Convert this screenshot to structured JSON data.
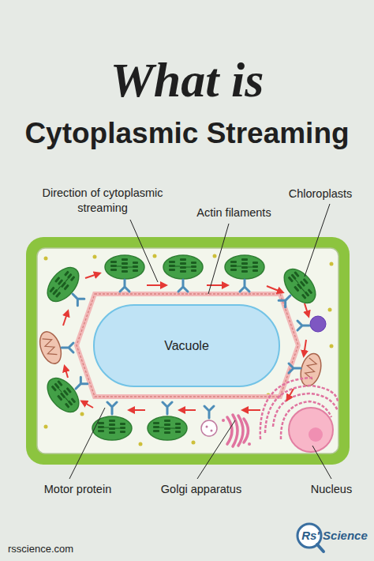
{
  "diagram": {
    "title": "What is Cytoplasmic Streaming",
    "nodes": [
      {
        "text": [
          "Vacuole"
        ]
      }
    ],
    "labels": [
      "Direction of cytoplasmic streaming",
      "Actin filaments",
      "Chloroplasts",
      "Motor protein",
      "Golgi apparatus",
      "Nucleus",
      "rsscience.com",
      "Rs' Science"
    ]
  }
}
